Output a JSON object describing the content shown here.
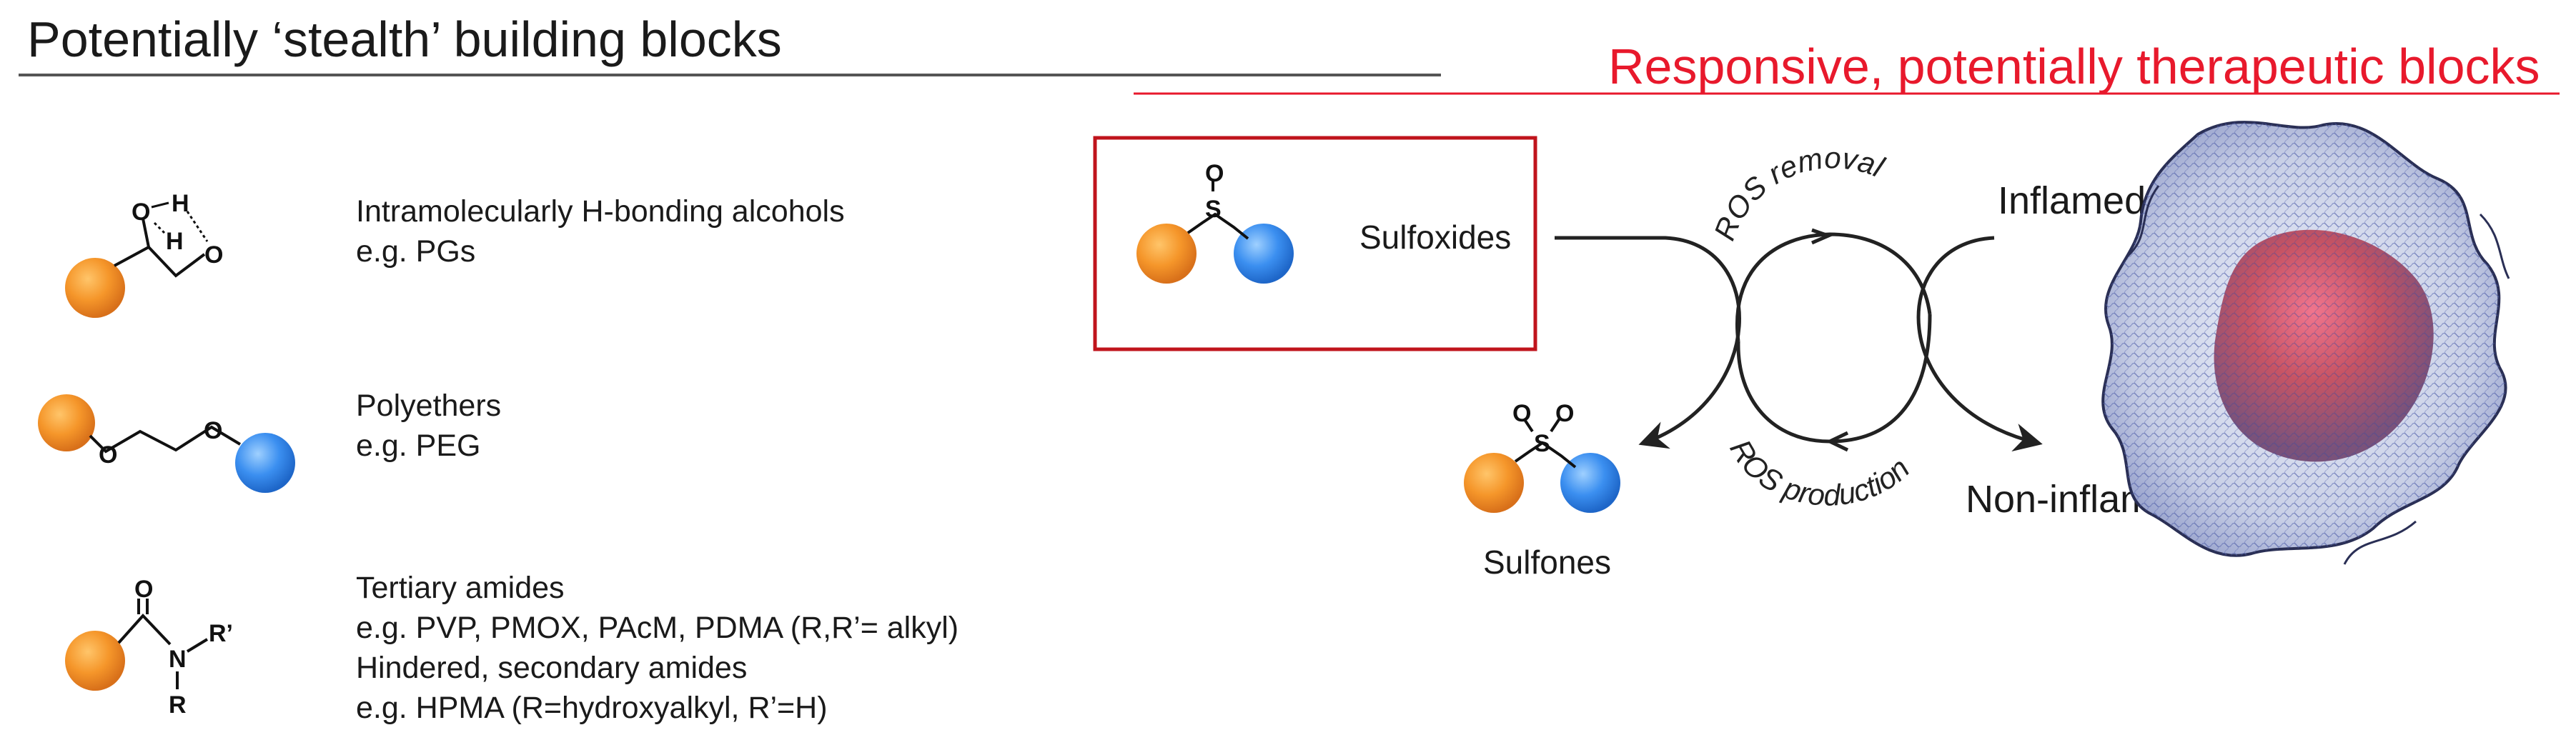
{
  "left_section": {
    "title": "Potentially ‘stealth’ building blocks",
    "items": [
      {
        "line1": "Intramolecularly H-bonding alcohols",
        "line2": "e.g. PGs"
      },
      {
        "line1": "Polyethers",
        "line2": "e.g. PEG"
      },
      {
        "line1": "Tertiary amides",
        "line2": "e.g. PVP, PMOX, PAcM, PDMA (R,R’= alkyl)",
        "line3": "Hindered, secondary amides",
        "line4": "e.g. HPMA (R=hydroxyalkyl, R’=H)"
      }
    ],
    "structure_atoms": {
      "alcohol": [
        "O",
        "H",
        "H",
        "O"
      ],
      "ether": [
        "O",
        "O"
      ],
      "amide": [
        "O",
        "N",
        "R’",
        "R"
      ]
    }
  },
  "right_section": {
    "title": "Responsive, potentially therapeutic blocks",
    "sulfoxides_label": "Sulfoxides",
    "sulfones_label": "Sulfones",
    "ros_removal": "ROS removal",
    "ros_production": "ROS production",
    "inflamed": "Inflamed",
    "non_inflamed": "Non-inflamed",
    "structure_atoms": {
      "sulfoxide": [
        "O",
        "S"
      ],
      "sulfone": [
        "O",
        "O",
        "S"
      ]
    }
  },
  "colors": {
    "orange_bead": "#f5962a",
    "blue_bead": "#3b8ff0",
    "accent_red": "#e8192c",
    "box_red": "#c0141c",
    "text": "#1a1a1a",
    "cell_blue": "#3a4d9a",
    "cell_core": "#c23a4a"
  }
}
